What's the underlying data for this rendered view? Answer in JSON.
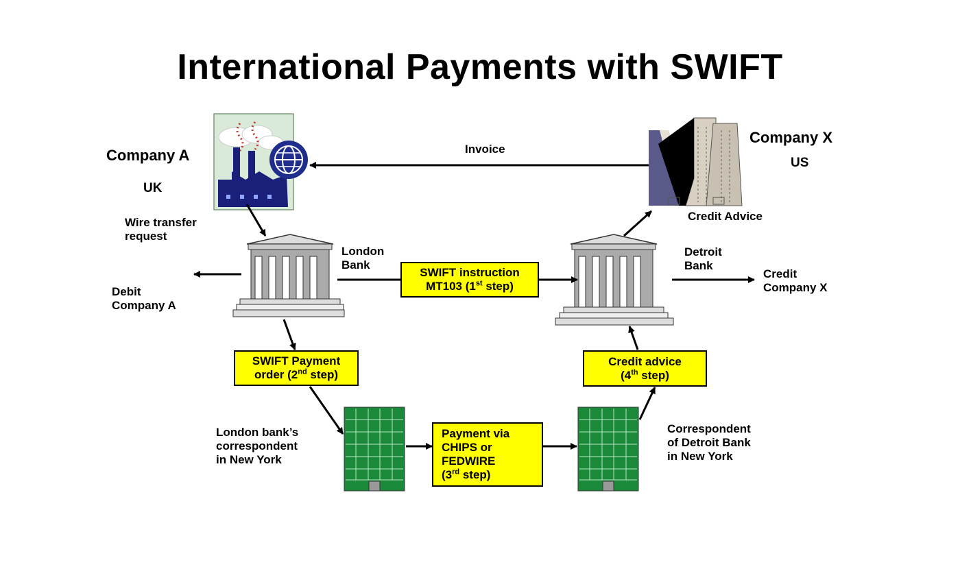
{
  "title": "International Payments with SWIFT",
  "company_a": {
    "name": "Company A",
    "country": "UK"
  },
  "company_x": {
    "name": "Company X",
    "country": "US"
  },
  "labels": {
    "invoice": "Invoice",
    "credit_advice": "Credit Advice",
    "wire_transfer_1": "Wire transfer",
    "wire_transfer_2": "request",
    "debit_1": "Debit",
    "debit_2": "Company A",
    "london_bank_1": "London",
    "london_bank_2": "Bank",
    "detroit_bank_1": "Detroit",
    "detroit_bank_2": "Bank",
    "credit_x_1": "Credit",
    "credit_x_2": "Company X",
    "london_corr_1": "London bank’s",
    "london_corr_2": "correspondent",
    "london_corr_3": "in New York",
    "detroit_corr_1": "Correspondent",
    "detroit_corr_2": "of Detroit Bank",
    "detroit_corr_3": "in New York"
  },
  "steps": {
    "swift_instruction": {
      "line1": "SWIFT instruction",
      "pre": "MT103 (1",
      "sup": "st",
      "post": " step)"
    },
    "payment_order": {
      "line1": "SWIFT Payment",
      "pre": "order (2",
      "sup": "nd",
      "post": " step)"
    },
    "payment_via": {
      "line1": "Payment via",
      "line2": "CHIPS or",
      "line3": "FEDWIRE",
      "pre": "(3",
      "sup": "rd",
      "post": " step)"
    },
    "credit_advice": {
      "line1": "Credit advice",
      "pre": "(4",
      "sup": "th",
      "post": " step)"
    }
  },
  "colors": {
    "box_fill": "#ffff00",
    "building_green": "#1a8a3a",
    "factory_blue": "#1a1f7a",
    "globe_blue": "#1f2d8c"
  }
}
